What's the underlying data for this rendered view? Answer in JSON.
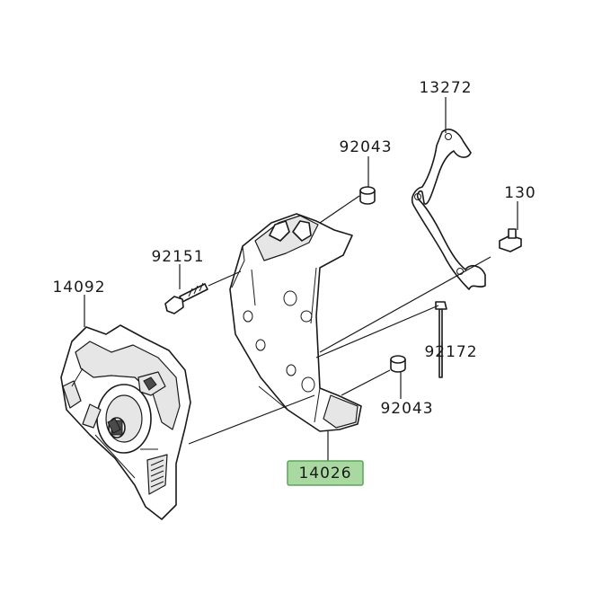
{
  "parts": {
    "p13272": "13272",
    "p92043_top": "92043",
    "p130": "130",
    "p92151": "92151",
    "p14092": "14092",
    "p92172": "92172",
    "p92043_bottom": "92043",
    "p14026": "14026"
  },
  "colors": {
    "highlight_fill": "#a9d9a1",
    "highlight_stroke": "#5aa65a"
  }
}
